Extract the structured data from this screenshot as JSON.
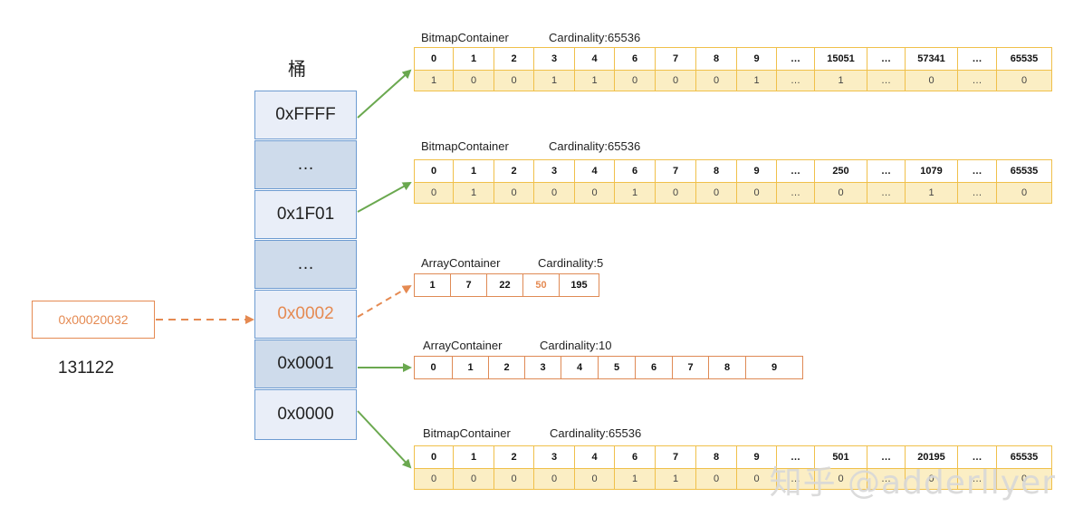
{
  "bucket_title": "桶",
  "buckets": [
    "0xFFFF",
    "…",
    "0x1F01",
    "…",
    "0x0002",
    "0x0001",
    "0x0000"
  ],
  "input_hex": "0x00020032",
  "input_decimal": "131122",
  "containers": [
    {
      "type": "BitmapContainer",
      "cardinality": "Cardinality:65536",
      "keys": [
        "0",
        "1",
        "2",
        "3",
        "4",
        "6",
        "7",
        "8",
        "9",
        "…",
        "15051",
        "…",
        "57341",
        "…",
        "65535"
      ],
      "bits": [
        "1",
        "0",
        "0",
        "1",
        "1",
        "0",
        "0",
        "0",
        "1",
        "…",
        "1",
        "…",
        "0",
        "…",
        "0"
      ]
    },
    {
      "type": "BitmapContainer",
      "cardinality": "Cardinality:65536",
      "keys": [
        "0",
        "1",
        "2",
        "3",
        "4",
        "6",
        "7",
        "8",
        "9",
        "…",
        "250",
        "…",
        "1079",
        "…",
        "65535"
      ],
      "bits": [
        "0",
        "1",
        "0",
        "0",
        "0",
        "1",
        "0",
        "0",
        "0",
        "…",
        "0",
        "…",
        "1",
        "…",
        "0"
      ]
    },
    {
      "type": "ArrayContainer",
      "cardinality": "Cardinality:5",
      "values": [
        "1",
        "7",
        "22",
        "50",
        "195"
      ]
    },
    {
      "type": "ArrayContainer",
      "cardinality": "Cardinality:10",
      "values": [
        "0",
        "1",
        "2",
        "3",
        "4",
        "5",
        "6",
        "7",
        "8",
        "9"
      ]
    },
    {
      "type": "BitmapContainer",
      "cardinality": "Cardinality:65536",
      "keys": [
        "0",
        "1",
        "2",
        "3",
        "4",
        "6",
        "7",
        "8",
        "9",
        "…",
        "501",
        "…",
        "20195",
        "…",
        "65535"
      ],
      "bits": [
        "0",
        "0",
        "0",
        "0",
        "0",
        "1",
        "1",
        "0",
        "0",
        "…",
        "0",
        "…",
        "0",
        "…",
        "0"
      ]
    }
  ],
  "colors": {
    "solid_arrow": "#6aa84f",
    "dashed_arrow": "#e58a52",
    "bitmap_border": "#f0c04a",
    "bitmap_fill": "#fbeec4",
    "array_border": "#df8a55"
  },
  "watermark": "知乎 @adderllyer"
}
